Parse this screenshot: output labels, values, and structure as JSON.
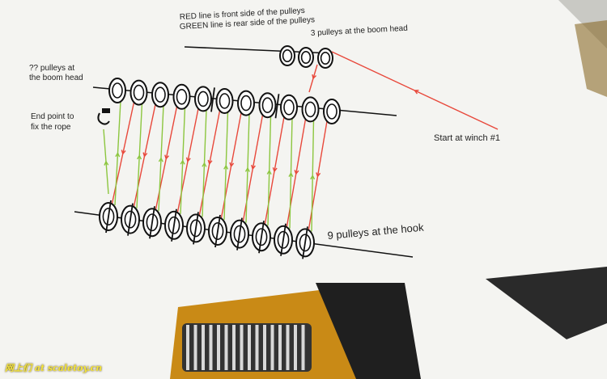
{
  "legend": {
    "red_line": "RED line is front side of the pulleys",
    "green_line": "GREEN line is rear side of the pulleys"
  },
  "labels": {
    "boom_head_small": "3 pulleys at the boom head",
    "boom_head_big_line1": "?? pulleys at",
    "boom_head_big_line2": "the boom head",
    "end_point_line1": "End point to",
    "end_point_line2": "fix the rope",
    "start": "Start at winch #1",
    "hook": "9 pulleys at the hook"
  },
  "watermark": "网上们 at scaletoy.cn",
  "colors": {
    "page": "#f4f4f1",
    "red_rope": "#e8483b",
    "green_rope": "#8cc63f",
    "pulley": "#111111"
  }
}
